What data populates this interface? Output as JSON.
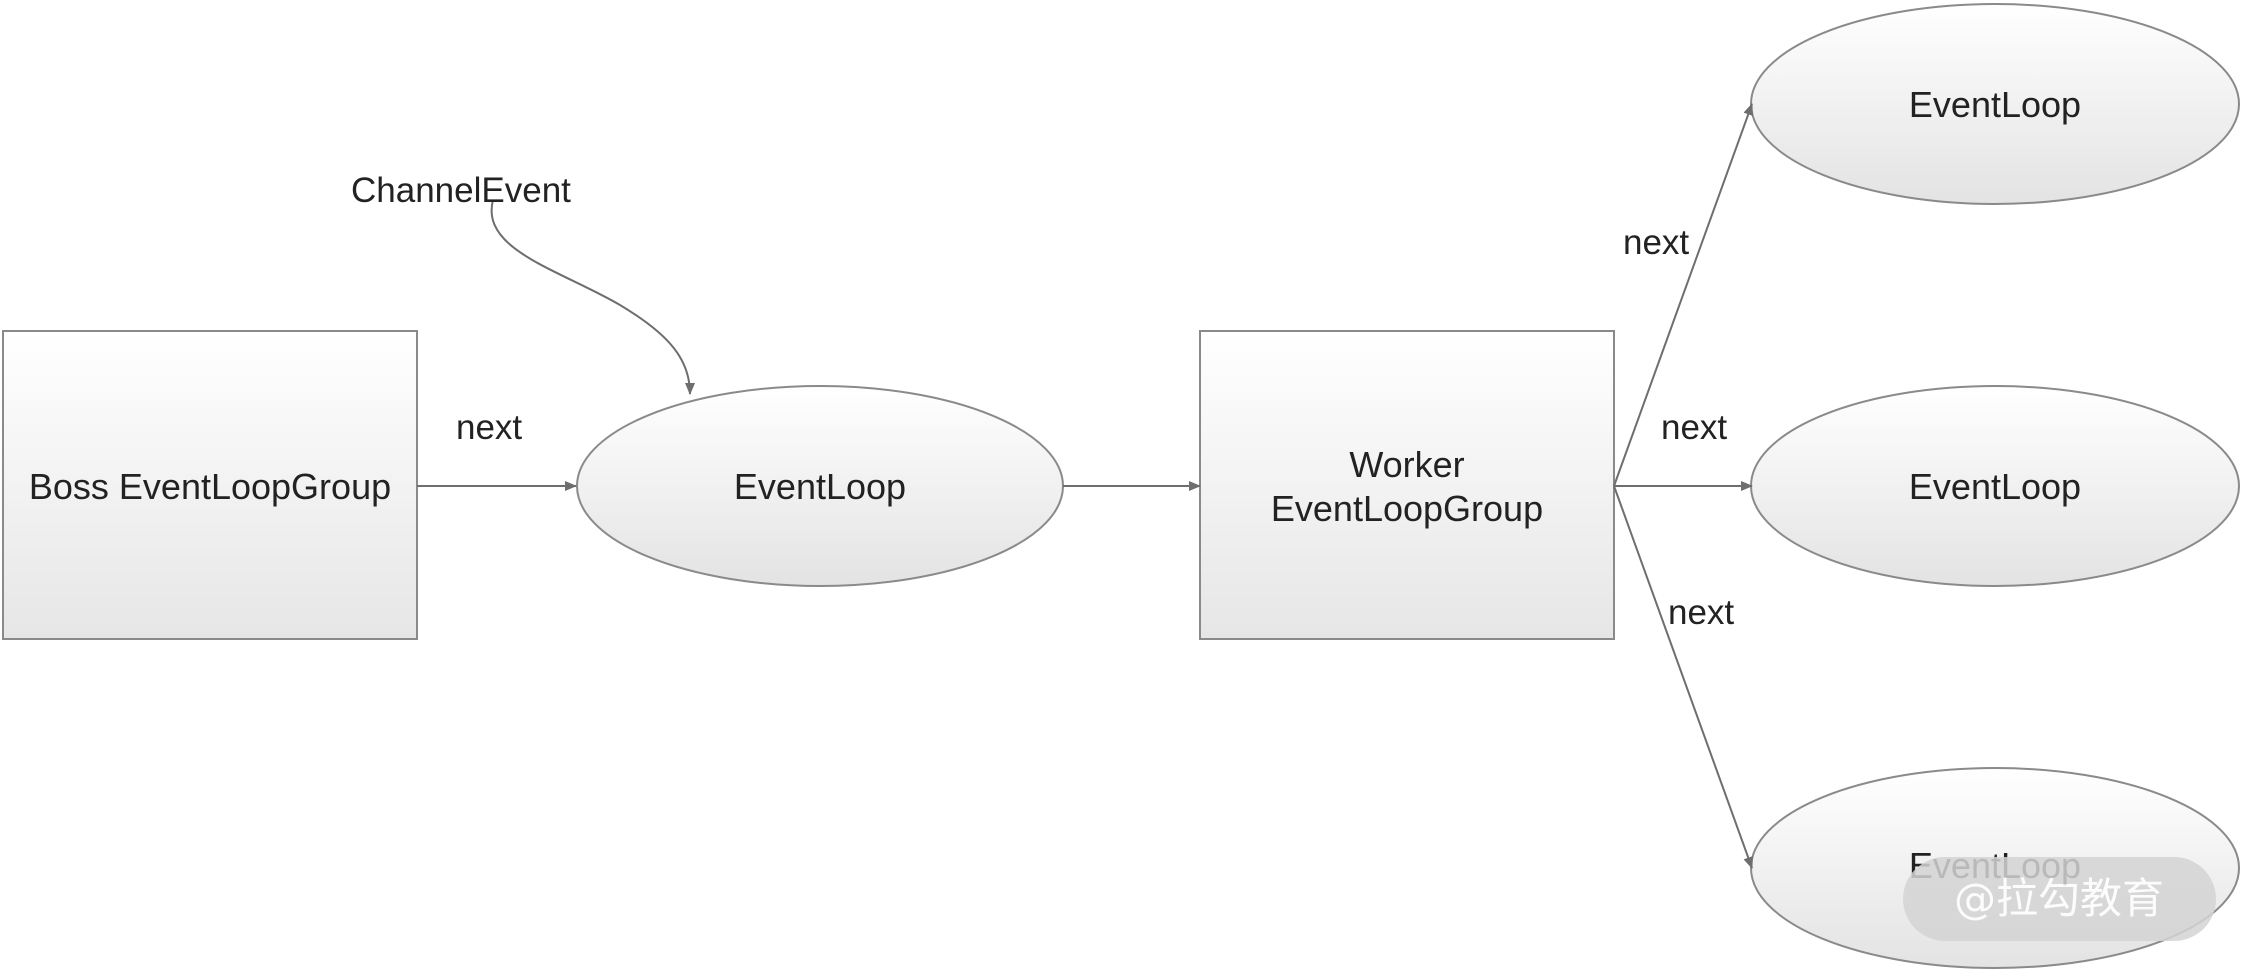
{
  "nodes": {
    "boss_group": "Boss EventLoopGroup",
    "boss_event_loop": "EventLoop",
    "worker_group_line1": "Worker",
    "worker_group_line2": "EventLoopGroup",
    "worker_loop_top": "EventLoop",
    "worker_loop_middle": "EventLoop",
    "worker_loop_bottom": "EventLoop"
  },
  "labels": {
    "channel_event": "ChannelEvent",
    "boss_next": "next",
    "worker_next_top": "next",
    "worker_next_middle": "next",
    "worker_next_bottom": "next"
  },
  "watermark": "@拉勾教育",
  "colors": {
    "shape_fill_top": "#ffffff",
    "shape_fill_bottom": "#e6e6e6",
    "stroke": "#8a8a8a",
    "edge": "#6e6e6e",
    "text": "#222222",
    "watermark_bg": "#d4d4d4"
  }
}
